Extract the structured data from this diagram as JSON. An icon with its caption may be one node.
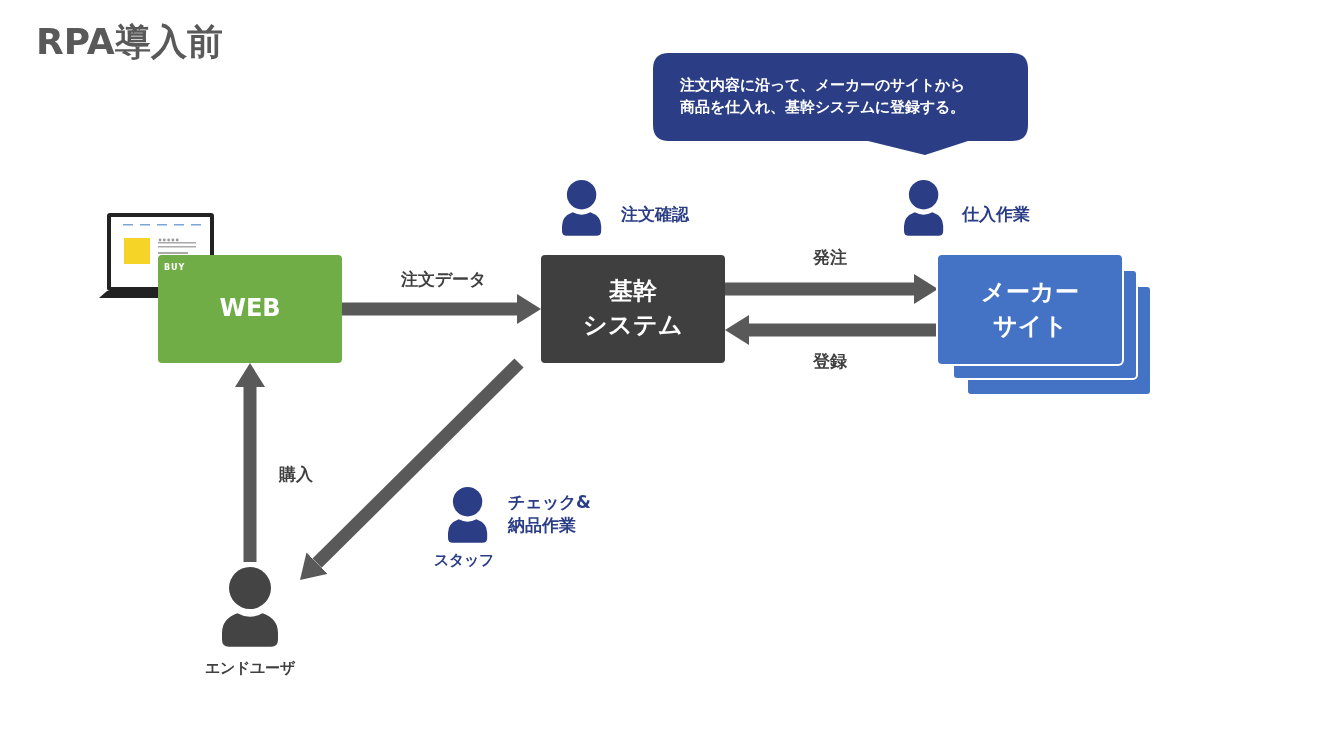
{
  "diagram": {
    "title": "RPA導入前",
    "nodes": [
      {
        "text": [
          "WEB"
        ]
      },
      {
        "text": [
          "基幹",
          "システム"
        ]
      },
      {
        "text": [
          "メーカー",
          "サイト"
        ]
      },
      {
        "text": [
          "エンドユーザ"
        ]
      },
      {
        "text": [
          "注文内容に沿って、メーカーのサイトから商品を仕入れ、基幹システムに登録する。"
        ]
      }
    ],
    "edges": [
      {
        "from": 0,
        "to": 1,
        "arrow": "to",
        "label": "注文データ"
      },
      {
        "from": 1,
        "to": 2,
        "arrow": "to",
        "label": "発注"
      },
      {
        "from": 2,
        "to": 1,
        "arrow": "to",
        "label": "登録"
      },
      {
        "from": 1,
        "to": 3,
        "arrow": "to"
      },
      {
        "from": 3,
        "to": 0,
        "arrow": "to",
        "label": "購入"
      }
    ],
    "labels": [
      "BUY",
      "注文確認",
      "仕入作業",
      "チェック& 納品作業",
      "スタッフ"
    ]
  }
}
